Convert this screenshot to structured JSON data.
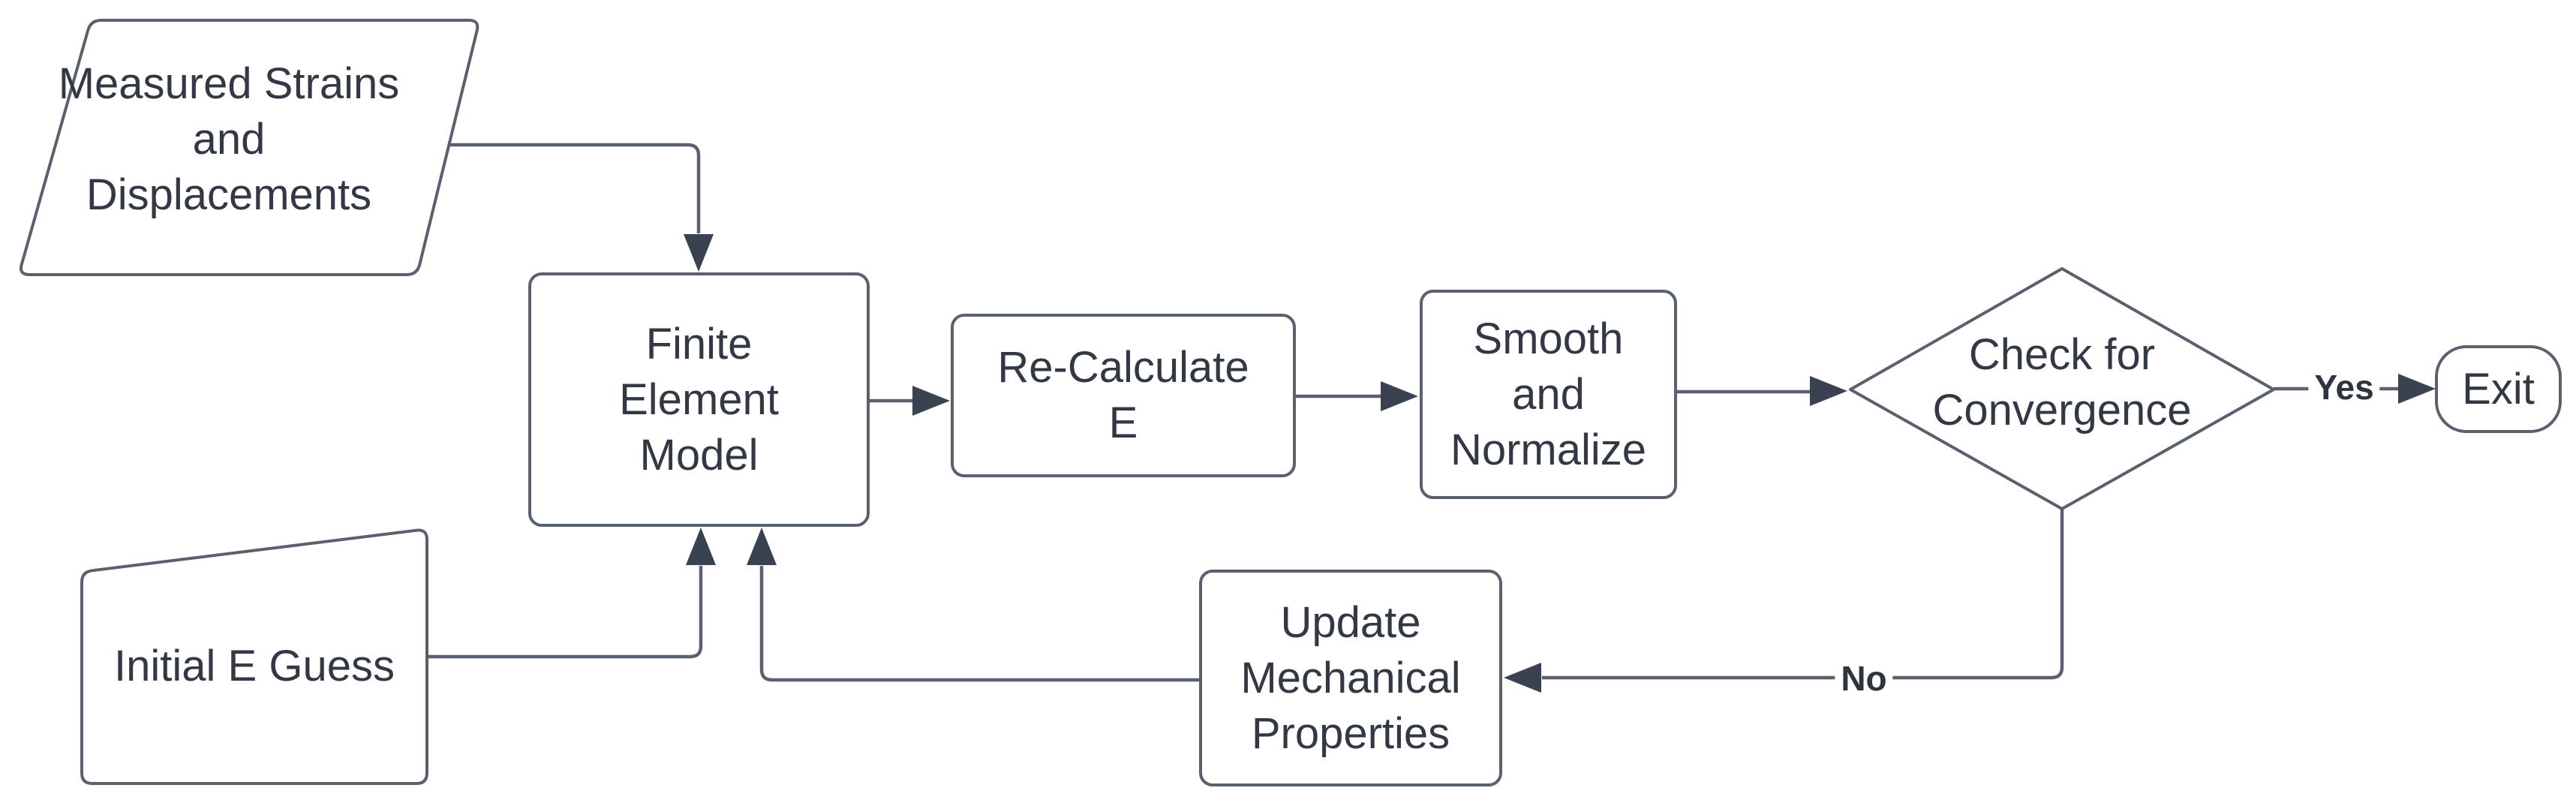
{
  "diagram": {
    "type": "flowchart",
    "colors": {
      "background": "#ffffff",
      "node_fill": "#ffffff",
      "stroke": "#5a616e",
      "arrowhead": "#3a4150",
      "node_text": "#323944",
      "edge_label_text": "#2f353e"
    },
    "nodes": [
      {
        "id": "measured-strains",
        "shape": "parallelogram",
        "lines": [
          "Measured Strains",
          "and",
          "Displacements"
        ]
      },
      {
        "id": "initial-e-guess",
        "shape": "card",
        "lines": [
          "Initial E Guess"
        ]
      },
      {
        "id": "finite-element-model",
        "shape": "process",
        "lines": [
          "Finite",
          "Element",
          "Model"
        ]
      },
      {
        "id": "recalculate-e",
        "shape": "process",
        "lines": [
          "Re-Calculate",
          "E"
        ]
      },
      {
        "id": "smooth-and-normalize",
        "shape": "process",
        "lines": [
          "Smooth",
          "and",
          "Normalize"
        ]
      },
      {
        "id": "check-for-convergence",
        "shape": "decision",
        "lines": [
          "Check for",
          "Convergence"
        ]
      },
      {
        "id": "exit",
        "shape": "terminator",
        "lines": [
          "Exit"
        ]
      },
      {
        "id": "update-mechanical-properties",
        "shape": "process",
        "lines": [
          "Update",
          "Mechanical",
          "Properties"
        ]
      }
    ],
    "edges": [
      {
        "id": "measured-to-fem",
        "from": "measured-strains",
        "to": "finite-element-model",
        "label": ""
      },
      {
        "id": "initial-to-fem",
        "from": "initial-e-guess",
        "to": "finite-element-model",
        "label": ""
      },
      {
        "id": "fem-to-recalc",
        "from": "finite-element-model",
        "to": "recalculate-e",
        "label": ""
      },
      {
        "id": "recalc-to-smooth",
        "from": "recalculate-e",
        "to": "smooth-and-normalize",
        "label": ""
      },
      {
        "id": "smooth-to-check",
        "from": "smooth-and-normalize",
        "to": "check-for-convergence",
        "label": ""
      },
      {
        "id": "check-to-exit",
        "from": "check-for-convergence",
        "to": "exit",
        "label": "Yes"
      },
      {
        "id": "check-to-update",
        "from": "check-for-convergence",
        "to": "update-mechanical-properties",
        "label": "No"
      },
      {
        "id": "update-to-fem",
        "from": "update-mechanical-properties",
        "to": "finite-element-model",
        "label": ""
      }
    ]
  }
}
